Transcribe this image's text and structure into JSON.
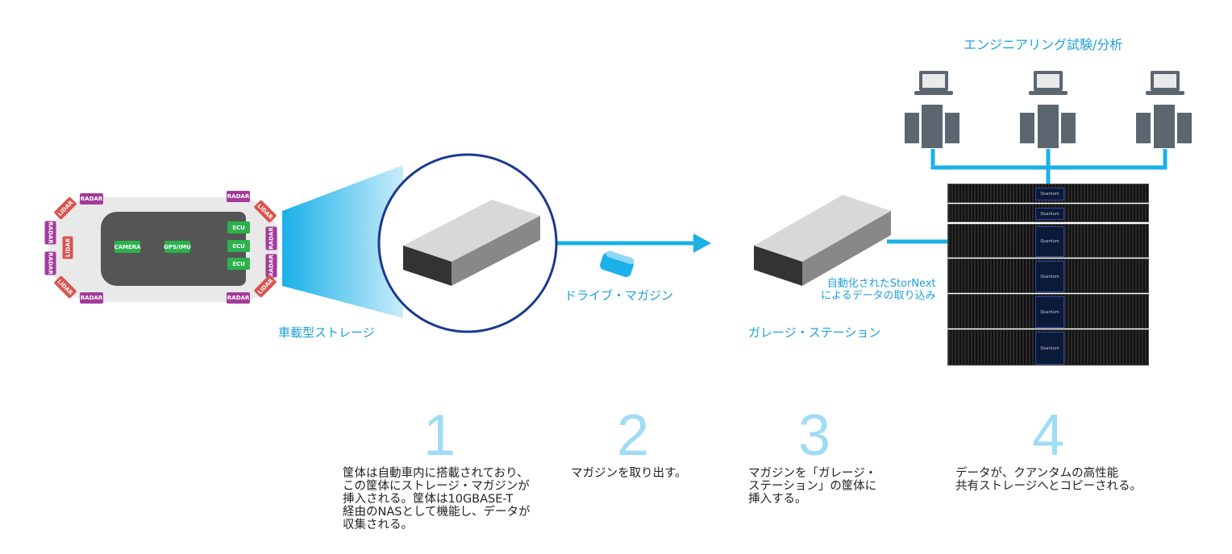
{
  "header": {
    "title": "エンジニアリング試験/分析"
  },
  "car": {
    "sensors": {
      "radar": "RADAR",
      "lidar": "LiDAR",
      "ecu": "ECU",
      "camera": "CAMERA",
      "gps": "GPS/IMU"
    }
  },
  "labels": {
    "vehicle_storage": "車載型ストレージ",
    "drive_magazine": "ドライブ・マガジン",
    "garage_station": "ガレージ・ステーション",
    "ingest_line1": "自動化されたStorNext",
    "ingest_line2": "によるデータの取り込み",
    "rack_brand": "Quantum"
  },
  "steps": [
    {
      "number": "1",
      "text": "筐体は自動車内に搭載されており、\nこの筐体にストレージ・マガジンが\n挿入される。筐体は10GBASE-T\n経由のNASとして機能し、データが\n収集される。"
    },
    {
      "number": "2",
      "text": "マガジンを取り出す。"
    },
    {
      "number": "3",
      "text": "マガジンを「ガレージ・\nステーション」の筐体に\n挿入する。"
    },
    {
      "number": "4",
      "text": "データが、クアンタムの高性能\n共有ストレージへとコピーされる。"
    }
  ],
  "colors": {
    "accent": "#1ea0dc",
    "circle": "#1a3a8f",
    "numbers": "#9fdcf5"
  }
}
